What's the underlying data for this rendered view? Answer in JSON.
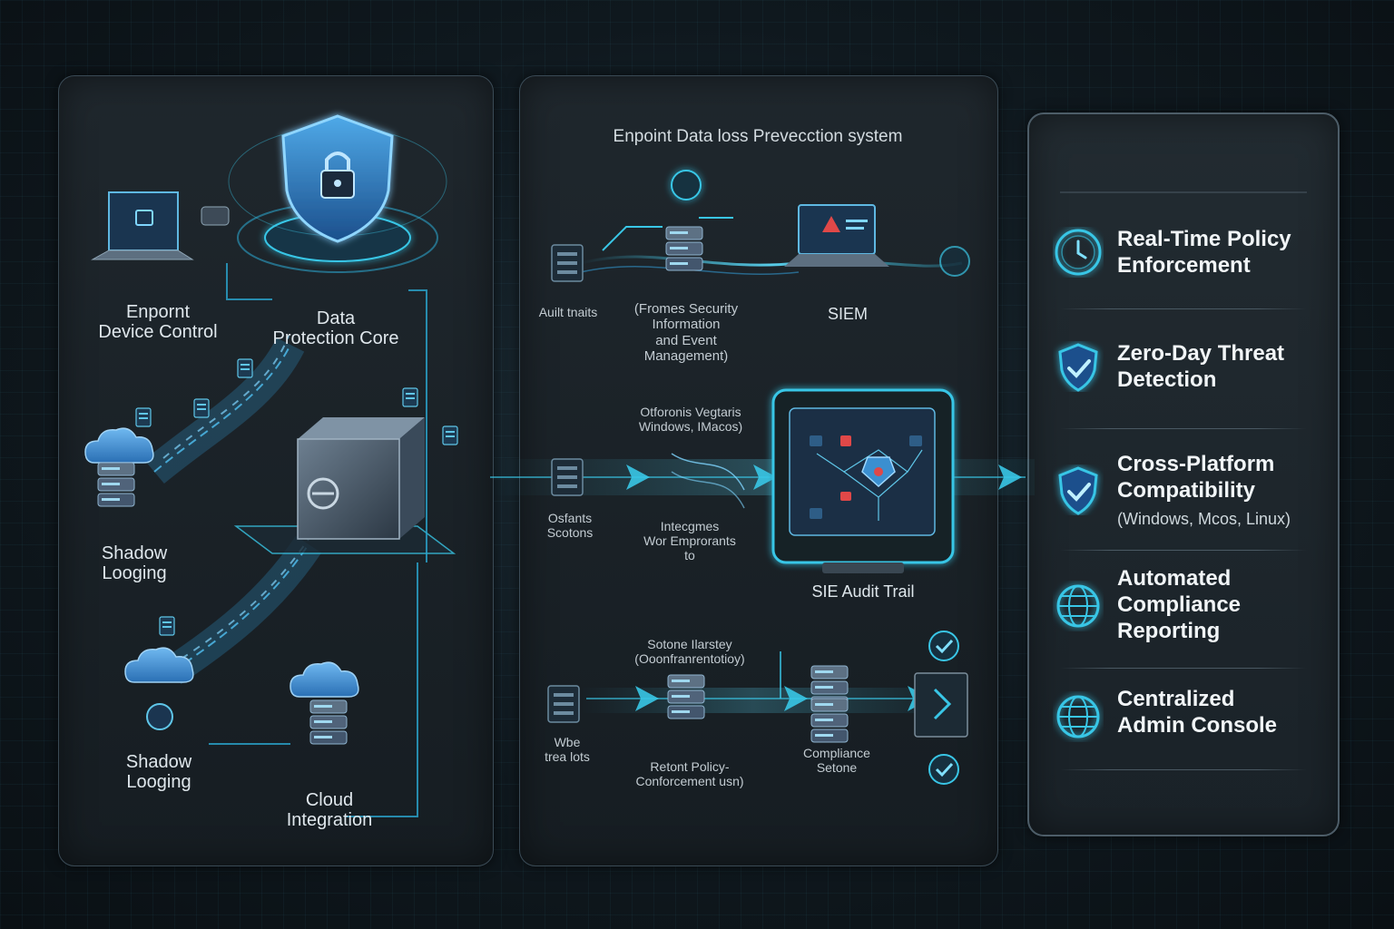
{
  "left_panel": {
    "labels": {
      "device_control": [
        "Enpornt",
        "Device Control"
      ],
      "protection_core": [
        "Data",
        "Protection Core"
      ],
      "shadow_logging_1": [
        "Shadow",
        "Looging"
      ],
      "shadow_logging_2": [
        "Shadow",
        "Looging"
      ],
      "cloud_integration": [
        "Cloud",
        "Integration"
      ]
    }
  },
  "middle_panel": {
    "title": "Enpoint Data loss Prevecction system",
    "row1": {
      "audit": [
        "Auilt tnaits"
      ],
      "siem_desc": [
        "(Fromes Security",
        "Information",
        "and Event",
        "Management)"
      ],
      "siem": [
        "SIEM"
      ]
    },
    "row2": {
      "platforms": [
        "Otforonis Vegtaris",
        "Windows, IMacos)"
      ],
      "scotons": [
        "Osfants",
        "Scotons"
      ],
      "integrations": [
        "Intecgmes",
        "Wor Emprorants",
        "to"
      ],
      "audit_trail": [
        "SIE Audit Trail"
      ]
    },
    "row3": {
      "policy_top": [
        "Sotone Ilarstey",
        "(Ooonfranrentotioy)"
      ],
      "trail": [
        "Wbe",
        "trea lots"
      ],
      "policy": [
        "Retont Policy-",
        "Conforcement usn)"
      ],
      "compliance": [
        "Compliance",
        "Setone"
      ]
    }
  },
  "features": [
    {
      "title": [
        "Real-Time Policy",
        "Enforcement"
      ],
      "subtitle": "",
      "icon": "clock-icon"
    },
    {
      "title": [
        "Zero-Day Threat",
        "Detection"
      ],
      "subtitle": "",
      "icon": "shield-check-icon"
    },
    {
      "title": [
        "Cross-Platform",
        "Compatibility"
      ],
      "subtitle": "(Windows, Mcos, Linux)",
      "icon": "shield-check-icon"
    },
    {
      "title": [
        "Automated",
        "Compliance",
        "Reporting"
      ],
      "subtitle": "",
      "icon": "globe-icon"
    },
    {
      "title": [
        "Centralized",
        "Admin Console"
      ],
      "subtitle": "",
      "icon": "globe-icon"
    }
  ],
  "colors": {
    "accent": "#39c6e6",
    "accent_soft": "#1f8fb0",
    "panel": "#1c2429",
    "text": "#e8eef2",
    "alert": "#e04848"
  }
}
